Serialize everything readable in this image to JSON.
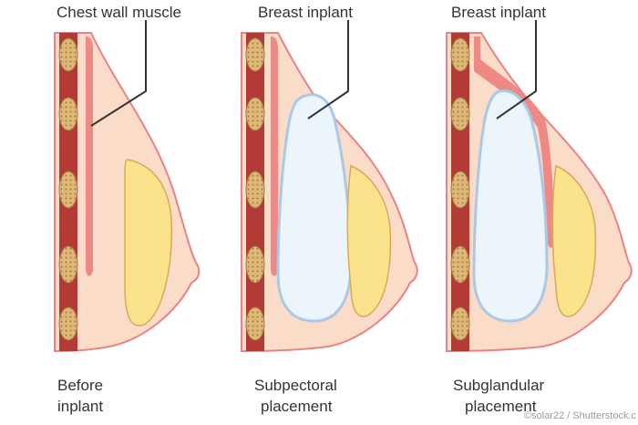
{
  "panels": [
    {
      "callout": "Chest wall muscle",
      "caption_line1": "Before",
      "caption_line2": "inplant"
    },
    {
      "callout": "Breast inplant",
      "caption_line1": "Subpectoral",
      "caption_line2": "placement"
    },
    {
      "callout": "Breast inplant",
      "caption_line1": "Subglandular",
      "caption_line2": "placement"
    }
  ],
  "watermark": "©solar22 / Shutterstock.c",
  "colors": {
    "skin_fill": "#fbdcc9",
    "skin_outline": "#e8838a",
    "rib_band": "#b33a35",
    "muscle": "#ee8a86",
    "fat_lobe": "#dfb878",
    "gland_fill": "#fbe38c",
    "gland_outline": "#d9a85a",
    "implant_fill": "#edf5fc",
    "implant_outline": "#aac8e8",
    "leader_line": "#333333"
  }
}
